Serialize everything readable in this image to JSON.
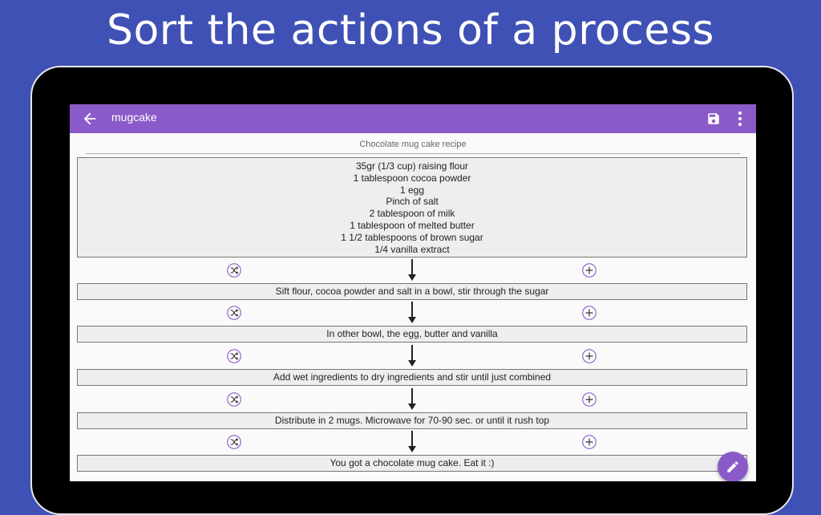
{
  "headline": "Sort the actions of a process",
  "appbar": {
    "title": "mugcake",
    "back_icon": "arrow-back-icon",
    "save_icon": "save-icon",
    "more_icon": "more-vert-icon",
    "color": "#8a5bc8"
  },
  "recipe": {
    "title": "Chocolate mug cake recipe",
    "ingredients": [
      "35gr (1/3 cup) raising flour",
      "1 tablespoon cocoa powder",
      "1 egg",
      "Pinch of salt",
      "2 tablespoon of milk",
      "1 tablespoon of melted butter",
      "1 1/2 tablespoons of brown sugar",
      "1/4 vanilla extract"
    ],
    "steps": [
      "Sift flour, cocoa powder and salt in a bowl, stir through the sugar",
      "In other bowl, the egg, butter and vanilla",
      "Add wet ingredients to dry ingredients and stir until just combined",
      "Distribute in 2 mugs. Microwave for 70-90 sec. or until it rush top",
      "You got a chocolate mug cake. Eat it :)"
    ]
  },
  "controls": {
    "shuffle_icon": "shuffle-icon",
    "add_icon": "add-circle-icon",
    "arrow_icon": "arrow-down-icon"
  },
  "fab": {
    "icon": "edit-pencil-icon"
  },
  "colors": {
    "background": "#3f51b5",
    "accent": "#8a5bc8",
    "box": "#eeeeee"
  }
}
